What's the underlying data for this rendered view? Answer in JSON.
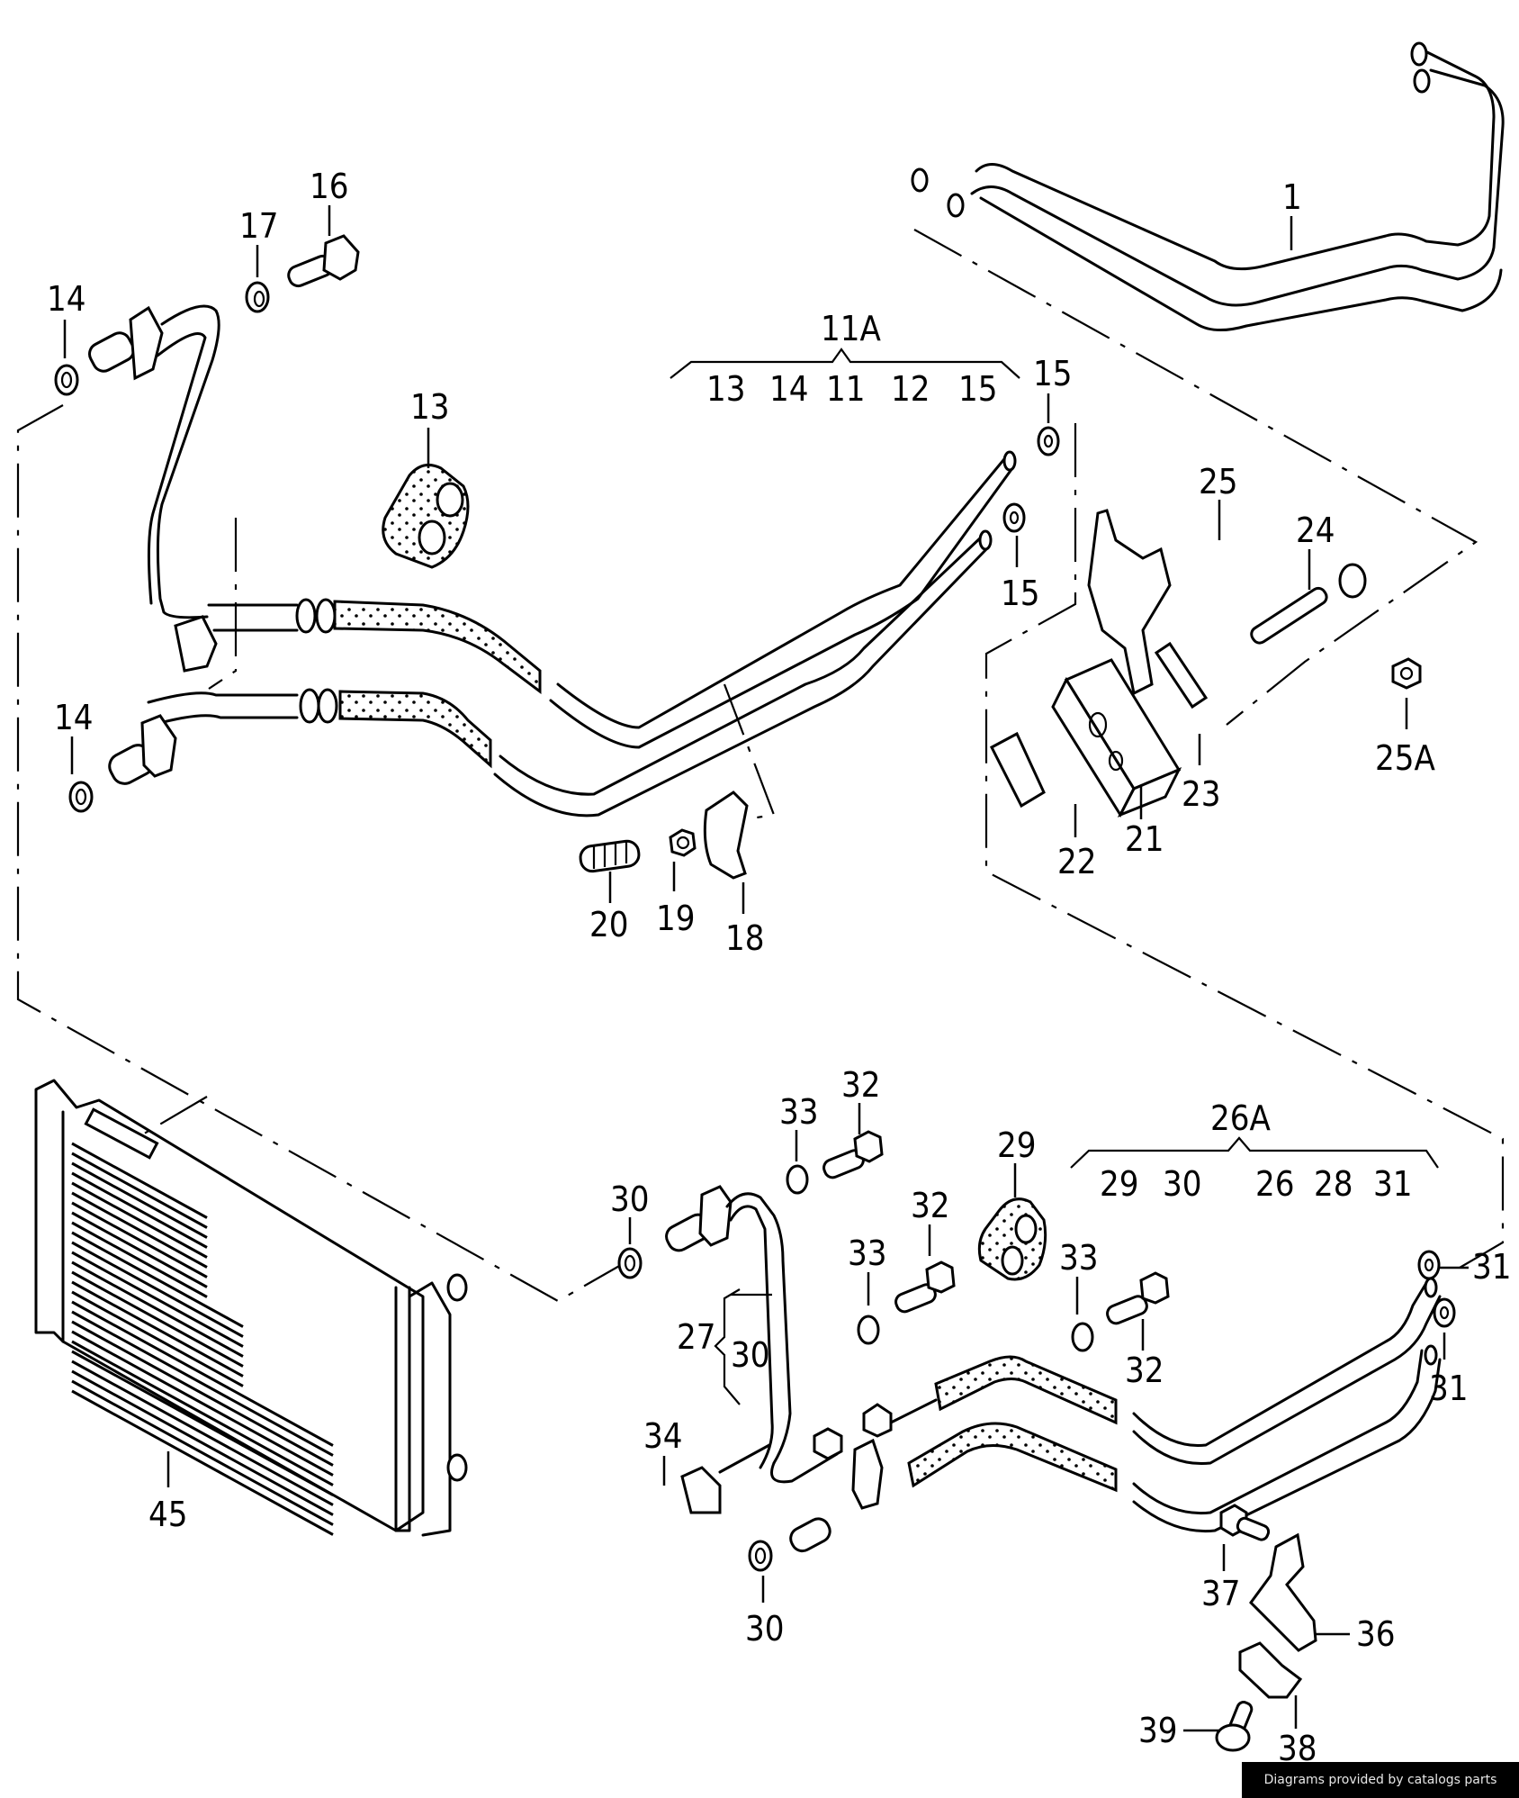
{
  "diagram": {
    "title": "Transmission oil cooler lines and radiator — exploded parts diagram",
    "attribution": "Diagrams provided by catalogs parts",
    "callouts": [
      {
        "id": "c1",
        "label": "1"
      },
      {
        "id": "c16",
        "label": "16"
      },
      {
        "id": "c17",
        "label": "17"
      },
      {
        "id": "c14a",
        "label": "14"
      },
      {
        "id": "c14b",
        "label": "14"
      },
      {
        "id": "c13",
        "label": "13"
      },
      {
        "id": "c15a",
        "label": "15"
      },
      {
        "id": "c15b",
        "label": "15"
      },
      {
        "id": "c11A",
        "label": "11A"
      },
      {
        "id": "g11_13",
        "label": "13"
      },
      {
        "id": "g11_14",
        "label": "14"
      },
      {
        "id": "g11_11",
        "label": "11"
      },
      {
        "id": "g11_12",
        "label": "12"
      },
      {
        "id": "g11_15",
        "label": "15"
      },
      {
        "id": "c25",
        "label": "25"
      },
      {
        "id": "c24",
        "label": "24"
      },
      {
        "id": "c25A",
        "label": "25A"
      },
      {
        "id": "c21",
        "label": "21"
      },
      {
        "id": "c22",
        "label": "22"
      },
      {
        "id": "c23",
        "label": "23"
      },
      {
        "id": "c20",
        "label": "20"
      },
      {
        "id": "c19",
        "label": "19"
      },
      {
        "id": "c18",
        "label": "18"
      },
      {
        "id": "c45",
        "label": "45"
      },
      {
        "id": "c30a",
        "label": "30"
      },
      {
        "id": "c33a",
        "label": "33"
      },
      {
        "id": "c32a",
        "label": "32"
      },
      {
        "id": "c32b",
        "label": "32"
      },
      {
        "id": "c33b",
        "label": "33"
      },
      {
        "id": "c29",
        "label": "29"
      },
      {
        "id": "c33c",
        "label": "33"
      },
      {
        "id": "c32c",
        "label": "32"
      },
      {
        "id": "c27",
        "label": "27"
      },
      {
        "id": "c30b",
        "label": "30"
      },
      {
        "id": "c34",
        "label": "34"
      },
      {
        "id": "c30c",
        "label": "30"
      },
      {
        "id": "c26A",
        "label": "26A"
      },
      {
        "id": "g26_29",
        "label": "29"
      },
      {
        "id": "g26_30",
        "label": "30"
      },
      {
        "id": "g26_26",
        "label": "26"
      },
      {
        "id": "g26_28",
        "label": "28"
      },
      {
        "id": "g26_31",
        "label": "31"
      },
      {
        "id": "c31a",
        "label": "31"
      },
      {
        "id": "c31b",
        "label": "31"
      },
      {
        "id": "c37",
        "label": "37"
      },
      {
        "id": "c36",
        "label": "36"
      },
      {
        "id": "c38",
        "label": "38"
      },
      {
        "id": "c39",
        "label": "39"
      }
    ],
    "groups": [
      {
        "label": "11A",
        "members": [
          "13",
          "14",
          "11",
          "12",
          "15"
        ]
      },
      {
        "label": "26A",
        "members": [
          "29",
          "30",
          "26",
          "28",
          "31"
        ]
      }
    ]
  }
}
